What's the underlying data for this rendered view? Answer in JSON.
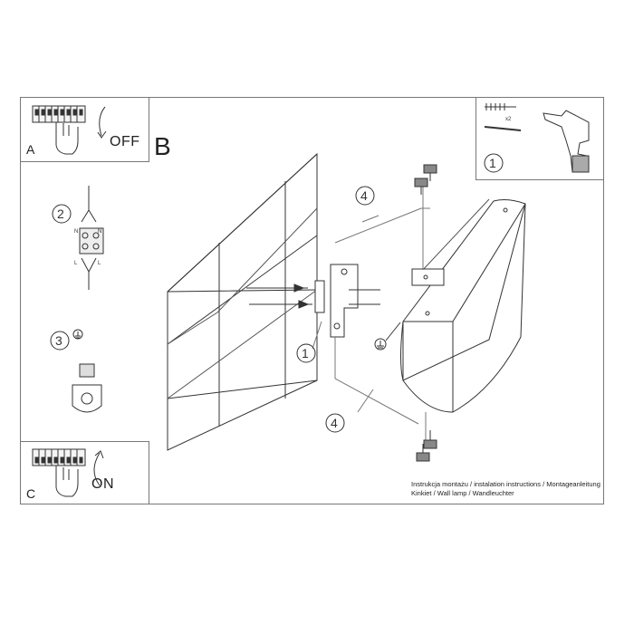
{
  "panels": {
    "a_label": "A",
    "a_switch": "OFF",
    "b_label": "B",
    "c_label": "C",
    "c_switch": "ON"
  },
  "tools": {
    "multiplier": "x2"
  },
  "callouts": {
    "step1": "1",
    "step2": "2",
    "step3": "3",
    "step4": "4",
    "bracket1": "1",
    "screw4_top": "4",
    "screw4_bottom": "4"
  },
  "wiring": {
    "n_left": "N",
    "l_left": "L",
    "n_right": "N",
    "l_right": "L"
  },
  "caption": {
    "line1": "Instrukcja montażu / instalation instructions / Montageanleitung",
    "line2": "Kinkiet / Wall lamp / Wandleuchter"
  }
}
